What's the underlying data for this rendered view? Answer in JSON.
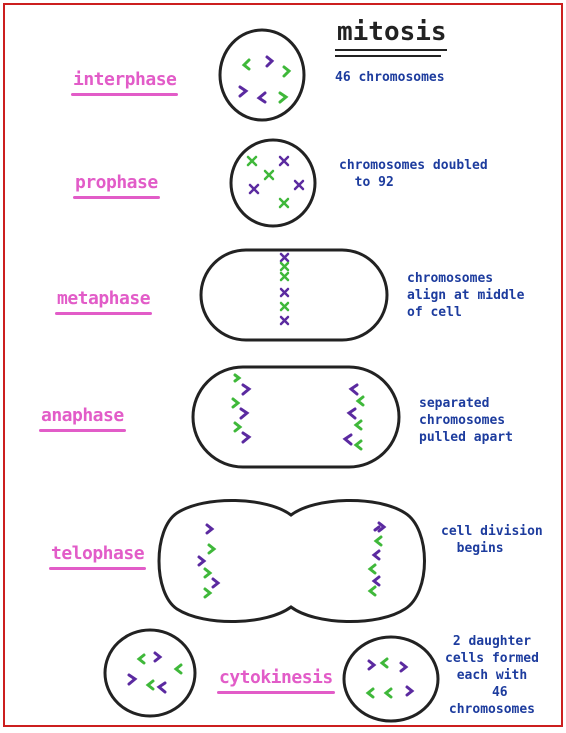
{
  "title": "mitosis",
  "colors": {
    "label": "#e25cc8",
    "note": "#1d3c9e",
    "green": "#3fb83a",
    "purple": "#5b2aa0",
    "outline": "#222222",
    "frame": "#cc1f1f"
  },
  "stages": [
    {
      "label": "interphase",
      "note": "46 chromosomes"
    },
    {
      "label": "prophase",
      "note": "chromosomes doubled\n  to 92"
    },
    {
      "label": "metaphase",
      "note": "chromosomes\nalign at middle\nof cell"
    },
    {
      "label": "anaphase",
      "note": "separated\nchromosomes\npulled apart"
    },
    {
      "label": "telophase",
      "note": "cell division\n  begins"
    },
    {
      "label": "cytokinesis",
      "note": "2 daughter\ncells formed\neach with\n  46\nchromosomes"
    }
  ]
}
